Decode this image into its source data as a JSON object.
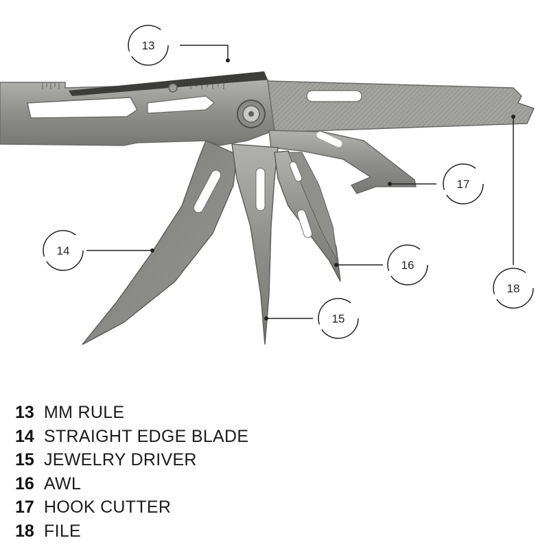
{
  "callouts": [
    {
      "number": "13",
      "label": "MM RULE"
    },
    {
      "number": "14",
      "label": "STRAIGHT EDGE BLADE"
    },
    {
      "number": "15",
      "label": "JEWELRY DRIVER"
    },
    {
      "number": "16",
      "label": "AWL"
    },
    {
      "number": "17",
      "label": "HOOK CUTTER"
    },
    {
      "number": "18",
      "label": "FILE"
    }
  ],
  "colors": {
    "steel": "#8d8d8b",
    "steel_light": "#a9a9a6",
    "steel_dark": "#6f6f6d",
    "callout_line": "#222222"
  }
}
